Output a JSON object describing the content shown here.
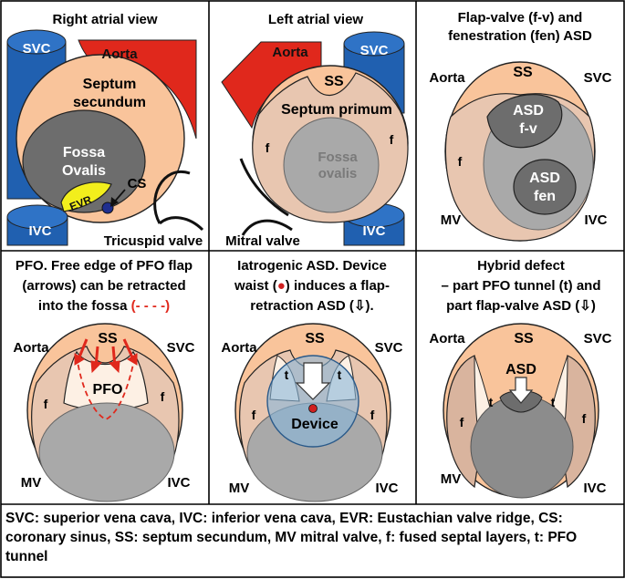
{
  "colors": {
    "septum_secundum": "#f9c49b",
    "septum_primum": "#e8c6b0",
    "fossa_dark": "#6d6d6d",
    "fossa_light": "#a9a9a9",
    "svc_ivc": "#2060b0",
    "aorta": "#e0281c",
    "evr": "#f2ee1c",
    "cs": "#1f2f8f",
    "arrows": "#e0281c",
    "device": "#88b8dc",
    "device_waist": "#d02020"
  },
  "panels": {
    "p1": {
      "title": "Right atrial view",
      "svc": "SVC",
      "ivc": "IVC",
      "aorta": "Aorta",
      "septum": [
        "Septum",
        "secundum"
      ],
      "fossa": [
        "Fossa",
        "Ovalis"
      ],
      "evr": "EVR",
      "cs": "CS",
      "valve": "Tricuspid valve"
    },
    "p2": {
      "title": "Left atrial view",
      "aorta": "Aorta",
      "svc": "SVC",
      "ivc": "IVC",
      "ss": "SS",
      "primum": "Septum primum",
      "f_left": "f",
      "f_right": "f",
      "fossa": [
        "Fossa",
        "ovalis"
      ],
      "valve": "Mitral valve"
    },
    "p3": {
      "title": [
        "Flap-valve  (f-v) and",
        "fenestration (fen) ASD"
      ],
      "aorta": "Aorta",
      "ss": "SS",
      "svc": "SVC",
      "asd_fv": [
        "ASD",
        "f-v"
      ],
      "asd_fen": [
        "ASD",
        "fen"
      ],
      "f": "f",
      "mv": "MV",
      "ivc": "IVC"
    },
    "p4": {
      "title": [
        "PFO. Free edge of PFO flap",
        "(arrows) can be retracted"
      ],
      "title_last": "into the fossa",
      "title_dashes": "(- - - -)",
      "aorta": "Aorta",
      "ss": "SS",
      "svc": "SVC",
      "pfo": "PFO",
      "f_left": "f",
      "f_right": "f",
      "mv": "MV",
      "ivc": "IVC"
    },
    "p5": {
      "title_line1": "Iatrogenic ASD. Device",
      "title_line2_pre": "waist (",
      "title_line2_post": ") induces a flap-",
      "title_line3_pre": "retraction ASD (",
      "title_line3_post": ").",
      "aorta": "Aorta",
      "ss": "SS",
      "svc": "SVC",
      "t_left": "t",
      "t_right": "t",
      "device": "Device",
      "f_left": "f",
      "f_right": "f",
      "mv": "MV",
      "ivc": "IVC"
    },
    "p6": {
      "title_line1": "Hybrid defect",
      "title_line2": "– part PFO tunnel (t) and",
      "title_line3_pre": "part flap-valve ASD (",
      "title_line3_post": ")",
      "aorta": "Aorta",
      "ss": "SS",
      "svc": "SVC",
      "asd": "ASD",
      "t_left": "t",
      "t_right": "t",
      "f_left": "f",
      "f_right": "f",
      "mv": "MV",
      "ivc": "IVC"
    }
  },
  "caption": "SVC: superior vena cava, IVC: inferior vena cava, EVR: Eustachian valve ridge, CS: coronary sinus, SS: septum secundum, MV mitral valve, f: fused septal layers, t: PFO tunnel"
}
